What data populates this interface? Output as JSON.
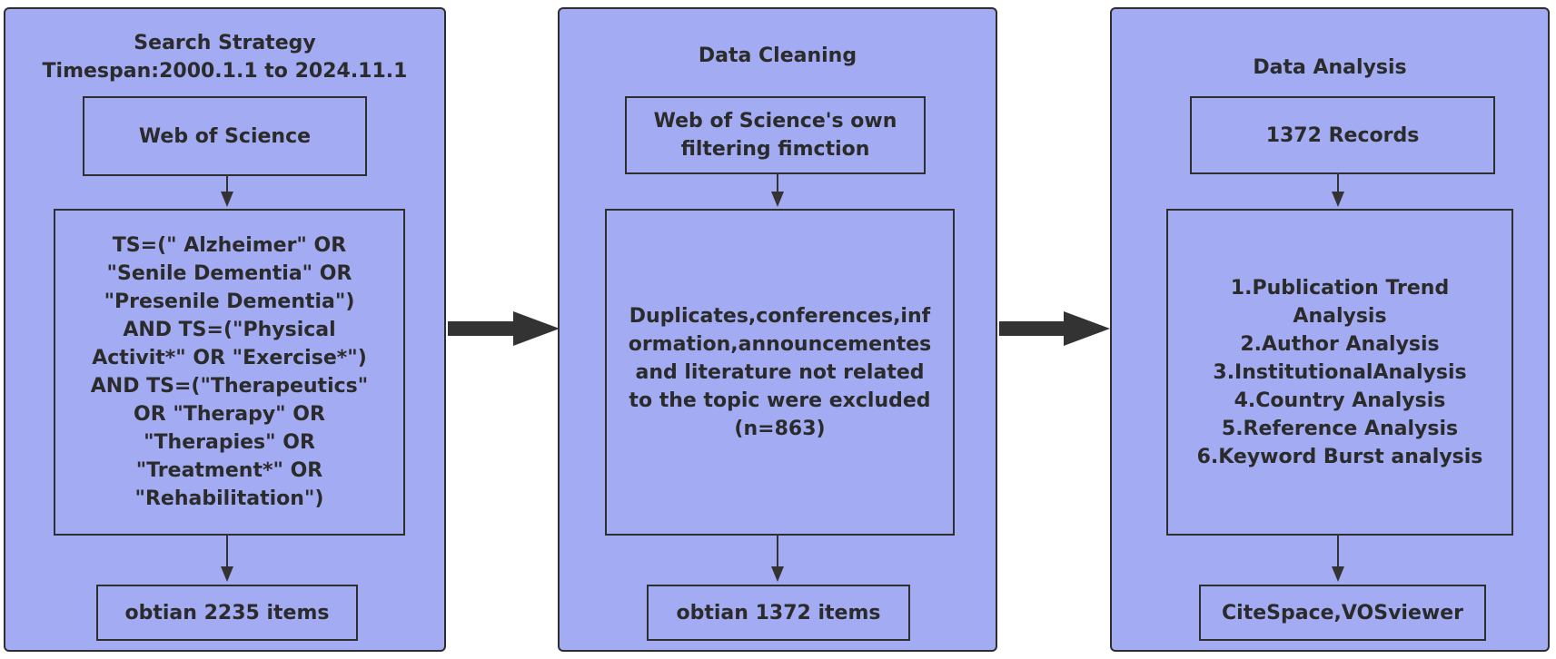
{
  "colors": {
    "panel_fill": "#a3acf3",
    "stroke": "#2e2e2e",
    "arrow": "#333333",
    "text": "#2b2b2b"
  },
  "panels": {
    "search": {
      "title": "Search Strategy\nTimespan:2000.1.1 to 2024.11.1",
      "source": "Web of Science",
      "query": "TS=(\" Alzheimer\" OR\n\"Senile Dementia\" OR\n\"Presenile Dementia\")\nAND TS=(\"Physical\nActivit*\" OR \"Exercise*\")\nAND TS=(\"Therapeutics\"\nOR \"Therapy\" OR\n\"Therapies\" OR\n\"Treatment*\" OR\n\"Rehabilitation\")",
      "result": "obtian 2235 items"
    },
    "cleaning": {
      "title": "Data Cleaning",
      "filter": "Web of Science's own\nfiltering fimction",
      "exclusion": "Duplicates,conferences,inf\normation,announcementes\nand literature not related\nto the topic were excluded\n(n=863)",
      "result": "obtian 1372 items"
    },
    "analysis": {
      "title": "Data Analysis",
      "records": "1372 Records",
      "methods": "1.Publication Trend\nAnalysis\n2.Author Analysis\n3.InstitutionalAnalysis\n4.Country Analysis\n5.Reference Analysis\n6.Keyword Burst analysis",
      "tools": "CiteSpace,VOSviewer"
    }
  }
}
